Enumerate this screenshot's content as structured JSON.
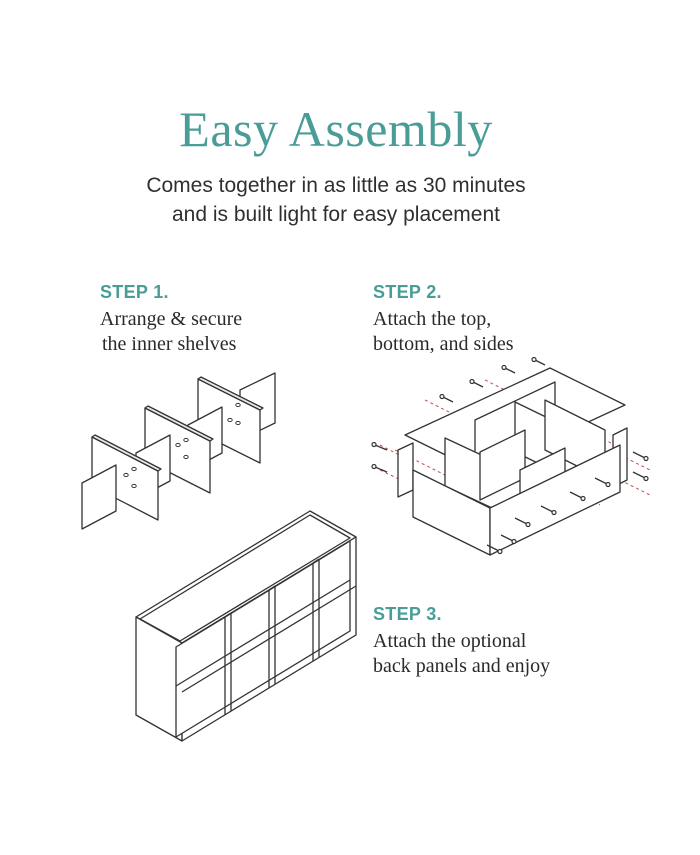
{
  "header": {
    "title": "Easy Assembly",
    "subtitle_line1": "Comes together in as little as 30 minutes",
    "subtitle_line2": "and is built light for easy placement"
  },
  "steps": [
    {
      "label": "STEP 1.",
      "line1": "Arrange & secure",
      "line2": "the inner shelves"
    },
    {
      "label": "STEP 2.",
      "line1": "Attach the top,",
      "line2": "bottom, and sides"
    },
    {
      "label": "STEP 3.",
      "line1": "Attach the optional",
      "line2": "back panels and enjoy"
    }
  ],
  "illustrations": {
    "step1": "inner-shelves-illustration",
    "step2": "frame-attachment-illustration",
    "step3": "finished-cube-shelf-illustration"
  },
  "colors": {
    "accent": "#4a9d96",
    "text": "#2f2f2f",
    "guide_lines": "#c05050"
  }
}
